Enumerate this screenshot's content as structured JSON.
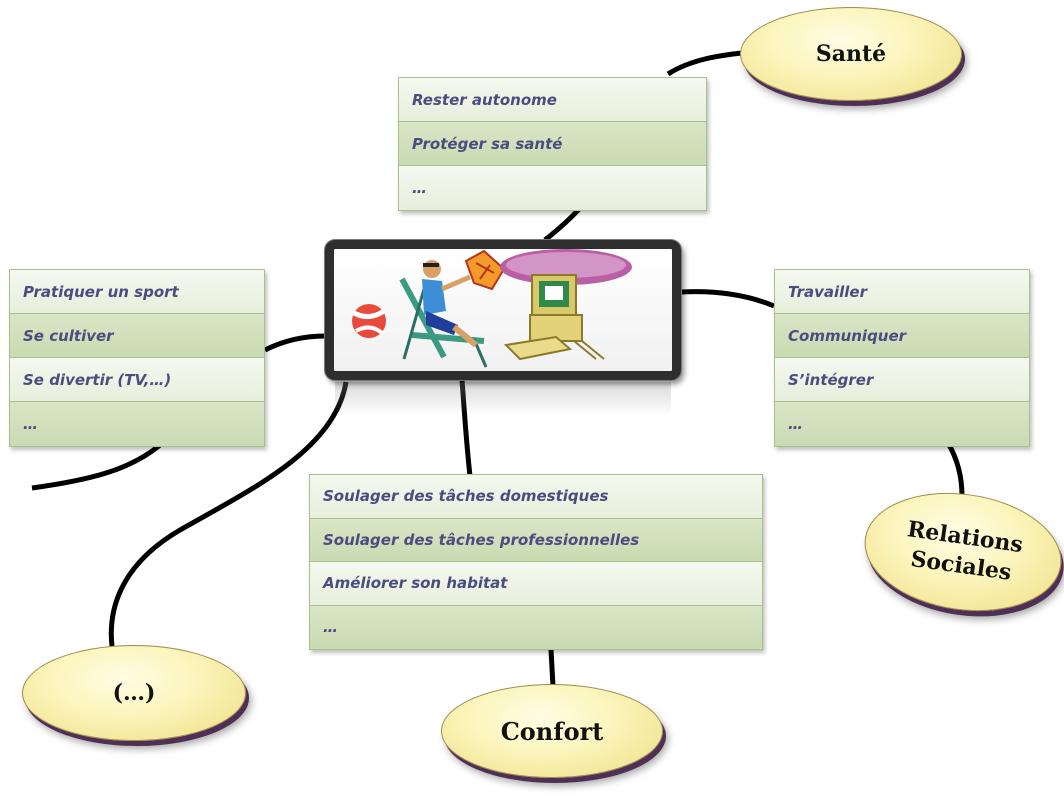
{
  "center": {
    "illustration": "leisure-computer-clipart-icon"
  },
  "boxes": {
    "sante": {
      "items": [
        "Rester autonome",
        "Protéger sa santé",
        "…"
      ]
    },
    "loisirs": {
      "items": [
        "Pratiquer un sport",
        "Se cultiver",
        "Se divertir  (TV,…)",
        "…"
      ]
    },
    "social": {
      "items": [
        "Travailler",
        "Communiquer",
        "S’intégrer",
        "…"
      ]
    },
    "confort": {
      "items": [
        "Soulager  des tâches domestiques",
        "Soulager  des tâches professionnelles",
        "Améliorer son habitat",
        "…"
      ]
    }
  },
  "bubbles": {
    "sante": "Santé",
    "social_line1": "Relations",
    "social_line2": "Sociales",
    "confort": "Confort",
    "other": "(…)"
  },
  "colors": {
    "item_text": "#4a4d80",
    "row_light": "#eef4e5",
    "row_dark": "#cfdfba",
    "bubble_fill": "#fbf4b9",
    "bubble_shadow": "#4f2f55",
    "connector": "#000000"
  }
}
